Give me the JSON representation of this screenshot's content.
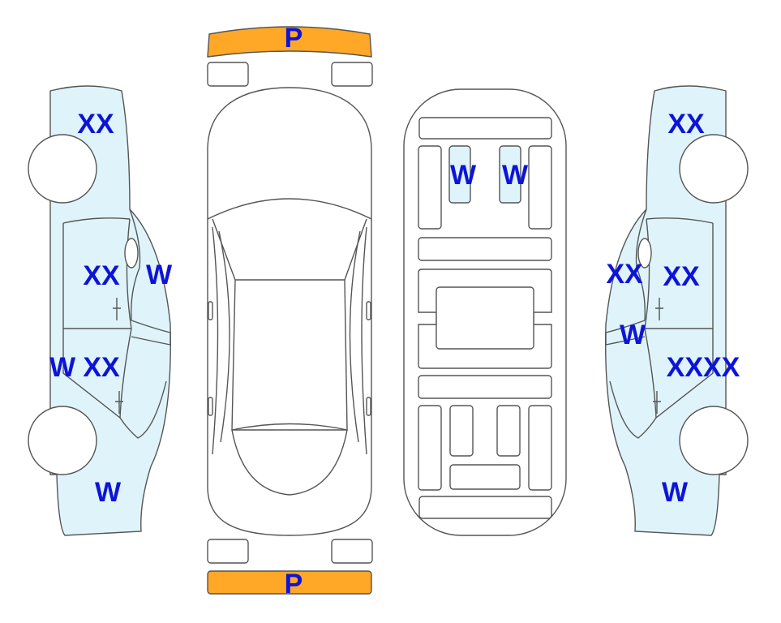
{
  "colors": {
    "damage_fill": "#dff4fa",
    "bumper_fill": "#ffa726",
    "label_color": "#0d14d8",
    "outline": "#555555",
    "background": "#ffffff"
  },
  "labels": {
    "front_bumper": "P",
    "rear_bumper": "P",
    "left_front_fender": "XX",
    "left_front_door": "XX",
    "left_window_pillar": "W",
    "left_rear_door": "XX",
    "left_sill": "W",
    "left_rear_quarter": "W",
    "roof_left_panel": "W",
    "roof_right_panel": "W",
    "right_front_fender": "XX",
    "right_window_pillar": "XX",
    "right_front_door": "XX",
    "right_mirror_area": "W",
    "right_rear_door": "XXXX",
    "right_rear_quarter": "W"
  }
}
